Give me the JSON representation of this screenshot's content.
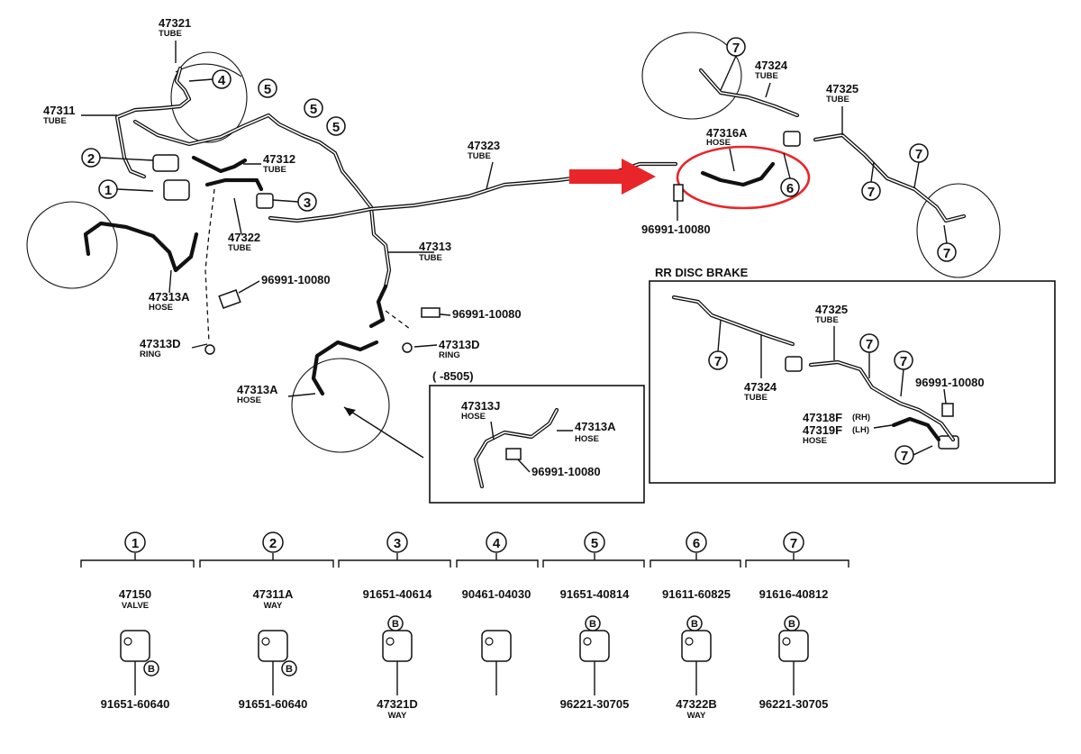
{
  "colors": {
    "ink": "#111111",
    "highlight": "#e8262a",
    "background": "#ffffff"
  },
  "labels": {
    "p47321": "47321",
    "p47321_sub": "TUBE",
    "p47311": "47311",
    "p47311_sub": "TUBE",
    "p47312": "47312",
    "p47312_sub": "TUBE",
    "p47322": "47322",
    "p47322_sub": "TUBE",
    "p47313A_l": "47313A",
    "p47313A_l_sub": "HOSE",
    "p96991_a": "96991-10080",
    "p47313D_l": "47313D",
    "p47313D_l_sub": "RING",
    "p47313A_c": "47313A",
    "p47313A_c_sub": "HOSE",
    "p47323": "47323",
    "p47323_sub": "TUBE",
    "p47313": "47313",
    "p47313_sub": "TUBE",
    "p96991_b": "96991-10080",
    "p47313D_r": "47313D",
    "p47313D_r_sub": "RING",
    "p47316A": "47316A",
    "p47316A_sub": "HOSE",
    "p96991_c": "96991-10080",
    "p47324_top": "47324",
    "p47324_top_sub": "TUBE",
    "p47325_top": "47325",
    "p47325_top_sub": "TUBE"
  },
  "inset_serial": {
    "title": "(     -8505)",
    "p47313J": "47313J",
    "p47313J_sub": "HOSE",
    "p47313A": "47313A",
    "p47313A_sub": "HOSE",
    "p96991": "96991-10080"
  },
  "inset_rr": {
    "title": "RR  DISC  BRAKE",
    "p47325": "47325",
    "p47325_sub": "TUBE",
    "p47324": "47324",
    "p47324_sub": "TUBE",
    "p96991": "96991-10080",
    "p47318F": "47318F",
    "p47318F_suffix": "(RH)",
    "p47319F": "47319F",
    "p47319F_suffix": "(LH)",
    "hose_sub": "HOSE"
  },
  "callouts": [
    "1",
    "2",
    "3",
    "4",
    "5",
    "6",
    "7"
  ],
  "legend": [
    {
      "num": "1",
      "top": "47150",
      "top_sub": "VALVE",
      "bottom": "91651-60640",
      "bottom_sub": ""
    },
    {
      "num": "2",
      "top": "47311A",
      "top_sub": "WAY",
      "bottom": "91651-60640",
      "bottom_sub": ""
    },
    {
      "num": "3",
      "top": "91651-40614",
      "top_sub": "",
      "bottom": "47321D",
      "bottom_sub": "WAY"
    },
    {
      "num": "4",
      "top": "90461-04030",
      "top_sub": "",
      "bottom": "",
      "bottom_sub": ""
    },
    {
      "num": "5",
      "top": "91651-40814",
      "top_sub": "",
      "bottom": "96221-30705",
      "bottom_sub": ""
    },
    {
      "num": "6",
      "top": "91611-60825",
      "top_sub": "",
      "bottom": "47322B",
      "bottom_sub": "WAY"
    },
    {
      "num": "7",
      "top": "91616-40812",
      "top_sub": "",
      "bottom": "96221-30705",
      "bottom_sub": ""
    }
  ],
  "bolt_symbol": "B"
}
